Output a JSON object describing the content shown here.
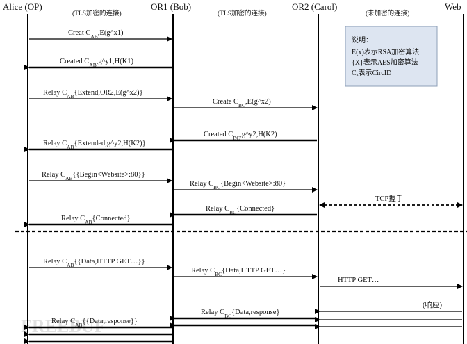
{
  "participants": [
    {
      "id": "alice",
      "label": "Alice (OP)"
    },
    {
      "id": "or1",
      "label": "OR1 (Bob)"
    },
    {
      "id": "or2",
      "label": "OR2 (Carol)"
    },
    {
      "id": "web",
      "label": "Web"
    }
  ],
  "segment_notes": [
    {
      "id": "tls1",
      "label": "(TLS加密的连接)"
    },
    {
      "id": "tls2",
      "label": "(TLS加密的连接)"
    },
    {
      "id": "plain",
      "label": "(未加密的连接)"
    }
  ],
  "legend": {
    "title": "说明：",
    "lines": [
      "E(x)表示RSA加密算法",
      "{X}表示AES加密算法",
      "Cₓ表示CircID"
    ]
  },
  "messages": [
    {
      "id": "m1",
      "from": "alice",
      "to": "or1",
      "label": "Creat C_AB,E(g^x1)"
    },
    {
      "id": "m2",
      "from": "or1",
      "to": "alice",
      "label": "Created C_AB,g^y1,H(K1)"
    },
    {
      "id": "m3",
      "from": "alice",
      "to": "or1",
      "label": "Relay C_AB{Extend,OR2,E(g^x2)}"
    },
    {
      "id": "m4",
      "from": "or1",
      "to": "or2",
      "label": "Create C_BC,E(g^x2)"
    },
    {
      "id": "m5",
      "from": "or2",
      "to": "or1",
      "label": "Created C_BC,g^y2,H(K2)"
    },
    {
      "id": "m6",
      "from": "or1",
      "to": "alice",
      "label": "Relay C_AB{Extended,g^y2,H(K2)}"
    },
    {
      "id": "m7",
      "from": "alice",
      "to": "or1",
      "label": "Relay C_AB{{Begin<Website>:80}}"
    },
    {
      "id": "m8",
      "from": "or1",
      "to": "or2",
      "label": "Relay C_BC{Begin<Website>:80}"
    },
    {
      "id": "m9",
      "from": "or2",
      "to": "web",
      "label": "TCP握手"
    },
    {
      "id": "m10",
      "from": "or2",
      "to": "or1",
      "label": "Relay C_BC{Connected}"
    },
    {
      "id": "m11",
      "from": "or1",
      "to": "alice",
      "label": "Relay C_AB{Connected}"
    },
    {
      "id": "m12",
      "from": "alice",
      "to": "or1",
      "label": "Relay C_AB{{Data,HTTP GET…}}"
    },
    {
      "id": "m13",
      "from": "or1",
      "to": "or2",
      "label": "Relay C_BC{Data,HTTP GET…}"
    },
    {
      "id": "m14",
      "from": "or2",
      "to": "web",
      "label": "HTTP GET…"
    },
    {
      "id": "m15",
      "from": "web",
      "to": "or2",
      "label": "(响应)"
    },
    {
      "id": "m16",
      "from": "or2",
      "to": "or1",
      "label": "Relay C_BC{Data,response}"
    },
    {
      "id": "m17",
      "from": "or1",
      "to": "alice",
      "label": "Relay C_AB{{Data,response}}"
    }
  ],
  "watermark": "FREEBUF"
}
